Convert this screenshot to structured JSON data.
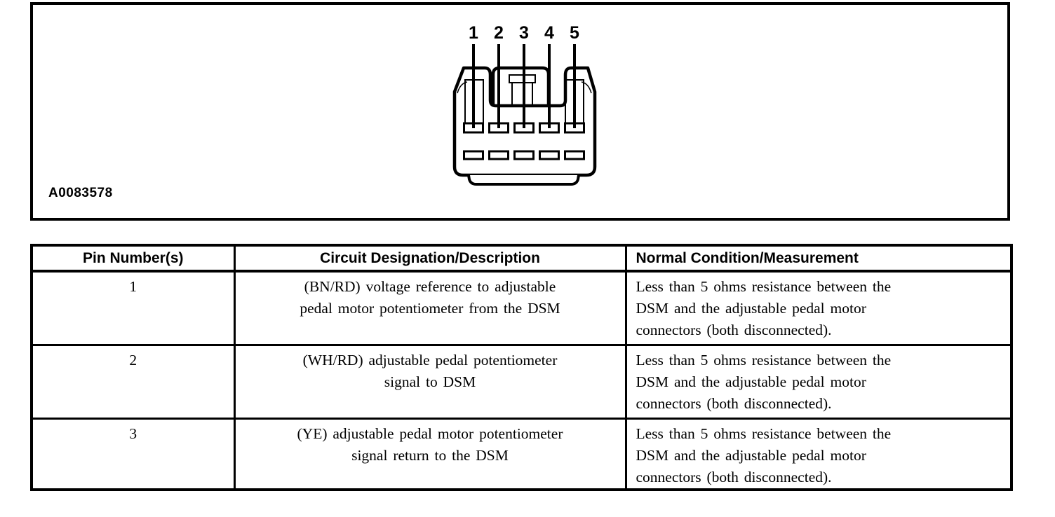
{
  "figure": {
    "id_label": "A0083578",
    "connector": {
      "description": "adjustable pedal motor connector face, 10 cavities, top row pins called out",
      "pin_labels": [
        "1",
        "2",
        "3",
        "4",
        "5"
      ]
    }
  },
  "table": {
    "headers": [
      "Pin Number(s)",
      "Circuit Designation/Description",
      "Normal Condition/Measurement"
    ],
    "rows": [
      {
        "pin": "1",
        "circuit_lines": [
          "(BN/RD) voltage reference to adjustable",
          "pedal motor potentiometer from the DSM"
        ],
        "normal_lines": [
          "Less than 5 ohms resistance between the",
          "DSM and the adjustable pedal motor",
          "connectors (both disconnected)."
        ]
      },
      {
        "pin": "2",
        "circuit_lines": [
          "(WH/RD) adjustable pedal potentiometer",
          "signal to DSM"
        ],
        "normal_lines": [
          "Less than 5 ohms resistance between the",
          "DSM and the adjustable pedal motor",
          "connectors (both disconnected)."
        ]
      },
      {
        "pin": "3",
        "circuit_lines": [
          "(YE) adjustable pedal motor potentiometer",
          "signal return to the DSM"
        ],
        "normal_lines": [
          "Less than 5 ohms resistance between the",
          "DSM and the adjustable pedal motor",
          "connectors (both disconnected)."
        ]
      }
    ]
  },
  "colors": {
    "ink": "#000000",
    "paper": "#ffffff"
  }
}
